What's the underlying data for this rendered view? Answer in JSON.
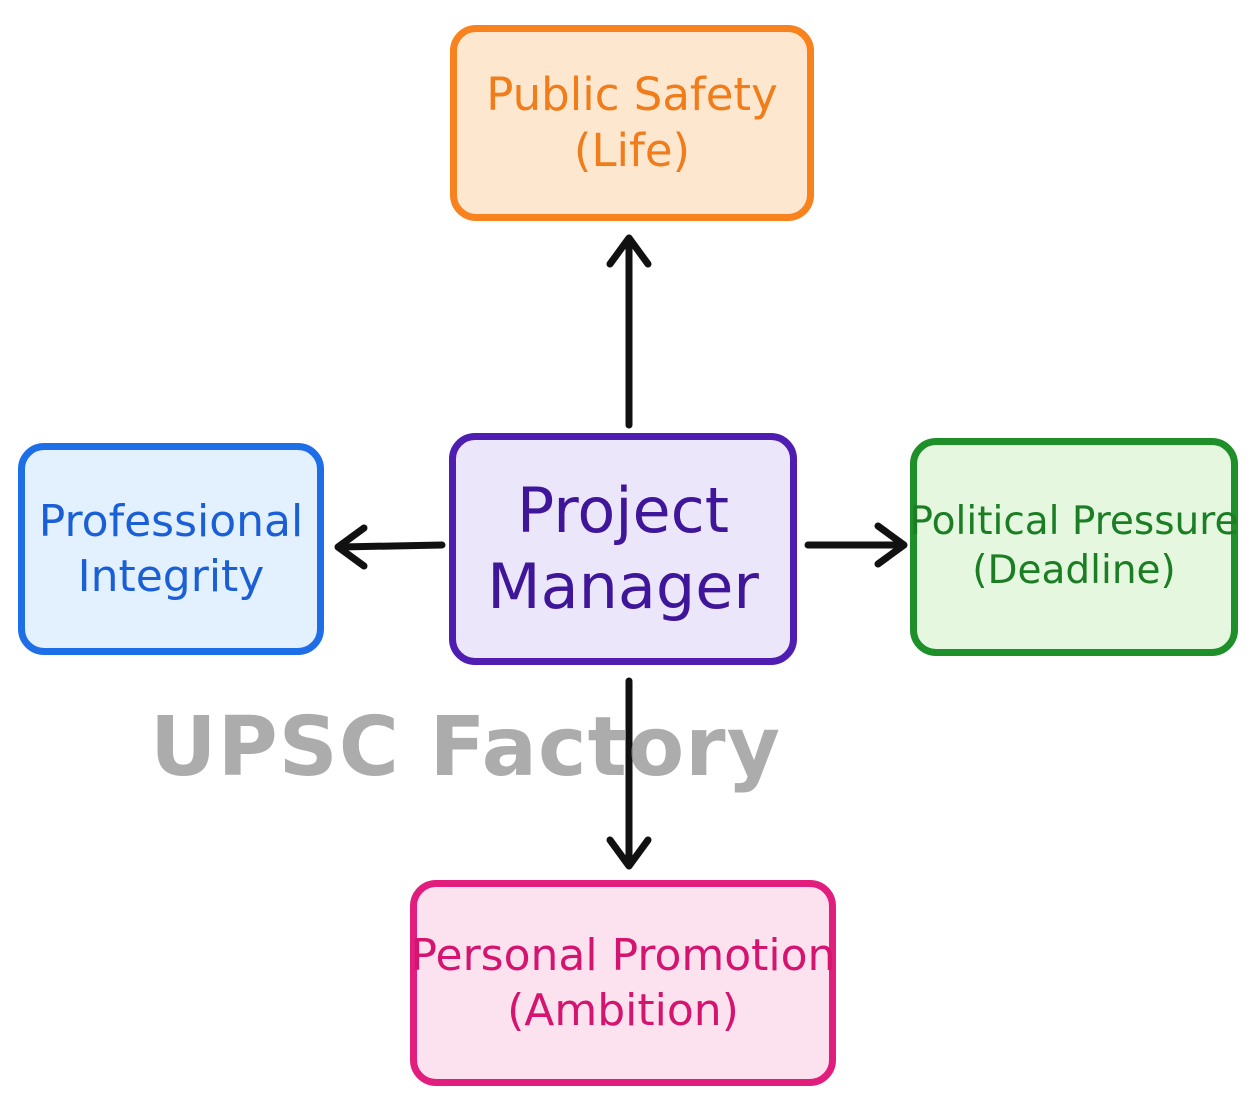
{
  "diagram": {
    "center": {
      "lines": [
        "Project",
        "Manager"
      ],
      "color": "#4f1db2"
    },
    "nodes": {
      "top": {
        "lines": [
          "Public Safety",
          "(Life)"
        ],
        "color": "#f7821e"
      },
      "left": {
        "lines": [
          "Professional",
          "Integrity"
        ],
        "color": "#1e6ee8"
      },
      "right": {
        "lines": [
          "Political Pressure",
          "(Deadline)"
        ],
        "color": "#1f8f2a"
      },
      "bottom": {
        "lines": [
          "Personal Promotion",
          "(Ambition)"
        ],
        "color": "#e11d7d"
      }
    },
    "edges": [
      {
        "from": "center",
        "to": "top"
      },
      {
        "from": "center",
        "to": "left"
      },
      {
        "from": "center",
        "to": "right"
      },
      {
        "from": "center",
        "to": "bottom"
      }
    ]
  },
  "watermark": {
    "text": "UPSC Factory"
  }
}
